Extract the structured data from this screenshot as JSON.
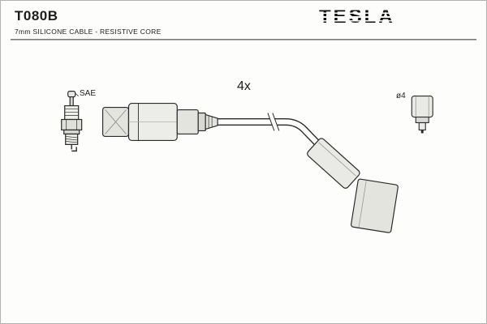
{
  "header": {
    "part_number": "T080B",
    "subtitle": "7mm SILICONE CABLE - RESISTIVE CORE",
    "brand": "TESLA"
  },
  "diagram": {
    "spark_plug_label": "SAE",
    "quantity_label": "4x",
    "cap_diameter_label": "ø4"
  },
  "colors": {
    "outline": "#2b2b2b",
    "fill_light": "#e9e9e5",
    "fill_mid": "#d9d9d4",
    "background": "#fdfdfb"
  }
}
